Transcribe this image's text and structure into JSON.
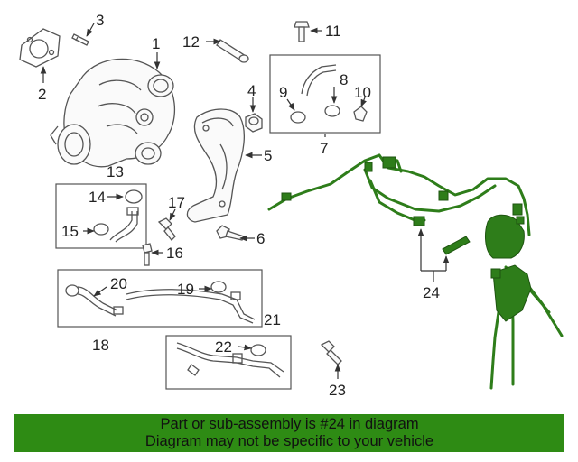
{
  "callouts": [
    "1",
    "2",
    "3",
    "4",
    "5",
    "6",
    "7",
    "8",
    "9",
    "10",
    "11",
    "12",
    "13",
    "14",
    "15",
    "16",
    "17",
    "18",
    "19",
    "20",
    "21",
    "22",
    "23",
    "24"
  ],
  "banner": {
    "line1": "Part or sub-assembly is #24 in diagram",
    "line2": "Diagram may not be specific to your vehicle"
  },
  "colors": {
    "highlight": "#2e7d1a",
    "highlight_dark": "#1e5410",
    "banner_bg": "#2e8b14",
    "line_art": "#555555",
    "callout_text": "#222222"
  }
}
